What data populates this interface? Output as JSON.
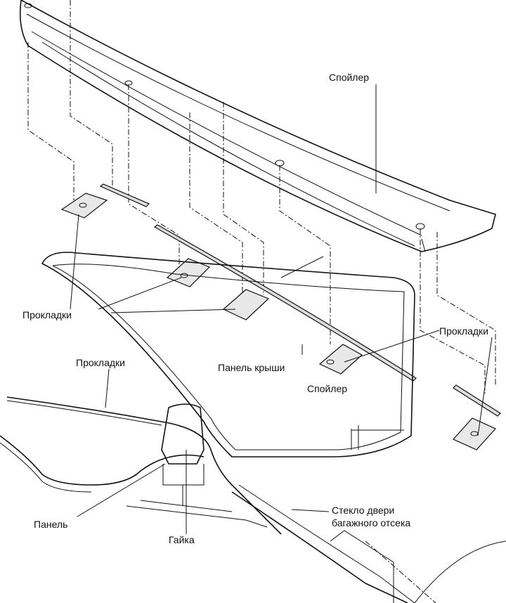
{
  "labels": {
    "spoiler_top": "Спойлер",
    "pads_left": "Прокладки",
    "pads_right": "Прокладки",
    "roof_panel": "Панель крыши",
    "pads_section": "Прокладки",
    "spoiler_section": "Спойлер",
    "panel": "Панель",
    "nut": "Гайка",
    "glass_line1": "Стекло двери",
    "glass_line2": "багажного отсека"
  }
}
